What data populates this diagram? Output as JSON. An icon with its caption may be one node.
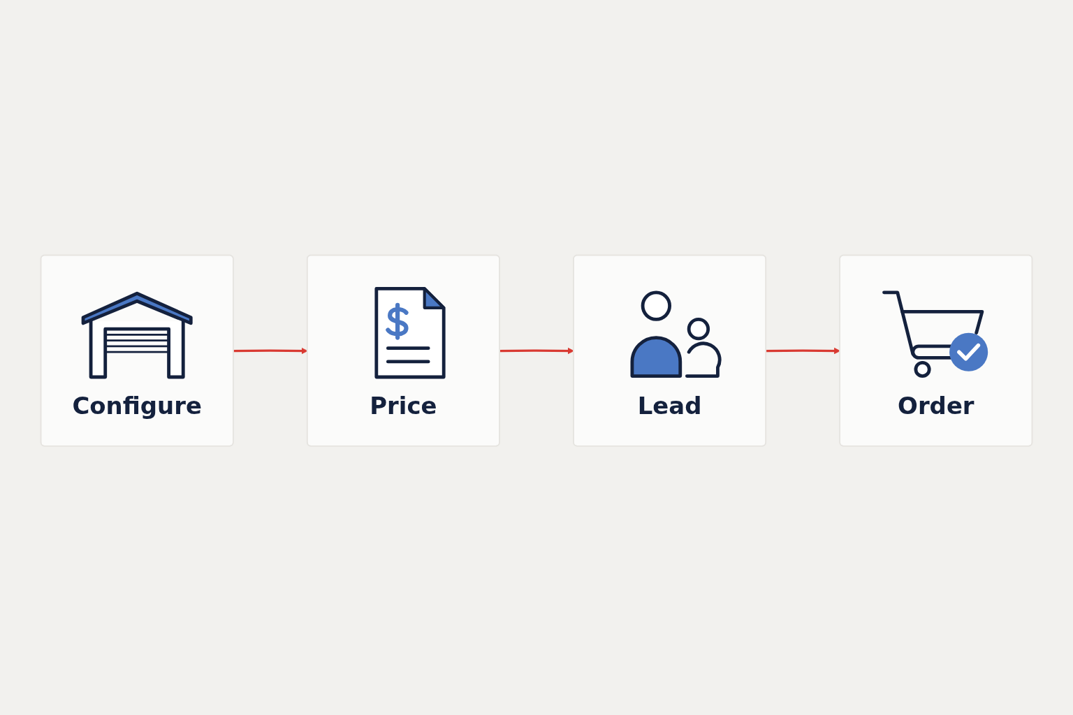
{
  "diagram": {
    "nodes": [
      {
        "text": [
          "Configure"
        ]
      },
      {
        "text": [
          "Price"
        ]
      },
      {
        "text": [
          "Lead"
        ]
      },
      {
        "text": [
          "Order"
        ]
      }
    ],
    "edges": [
      {
        "from": 0,
        "to": 1,
        "arrow": "to"
      },
      {
        "from": 1,
        "to": 2,
        "arrow": "to"
      },
      {
        "from": 2,
        "to": 3,
        "arrow": "to"
      }
    ]
  }
}
